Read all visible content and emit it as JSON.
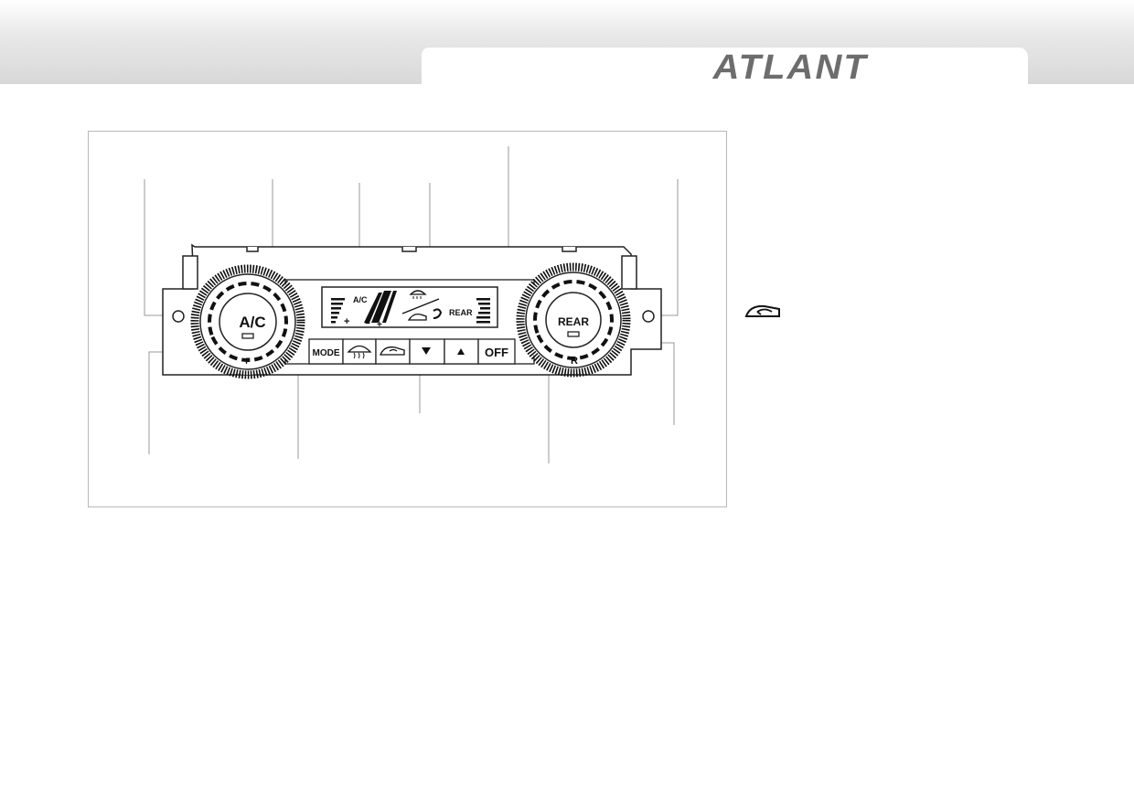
{
  "header": {
    "brand": "ATLANT"
  },
  "panel": {
    "left_knob": {
      "label": "A/C",
      "sub": "F"
    },
    "right_knob": {
      "label": "REAR",
      "sub": "R"
    },
    "display": {
      "ac_text": "A/C",
      "rear_text": "REAR",
      "plus": "+",
      "minus": "−"
    },
    "buttons": {
      "mode": "MODE",
      "off": "OFF"
    }
  },
  "icons": {
    "recirculation": "recirculation-icon",
    "defrost": "windshield-defrost-icon",
    "fan_down": "triangle-down-icon",
    "fan_up": "triangle-up-icon"
  },
  "colors": {
    "ink": "#111111",
    "brand_gray": "#6d6d6d",
    "leader_line": "#9a9a9a"
  }
}
